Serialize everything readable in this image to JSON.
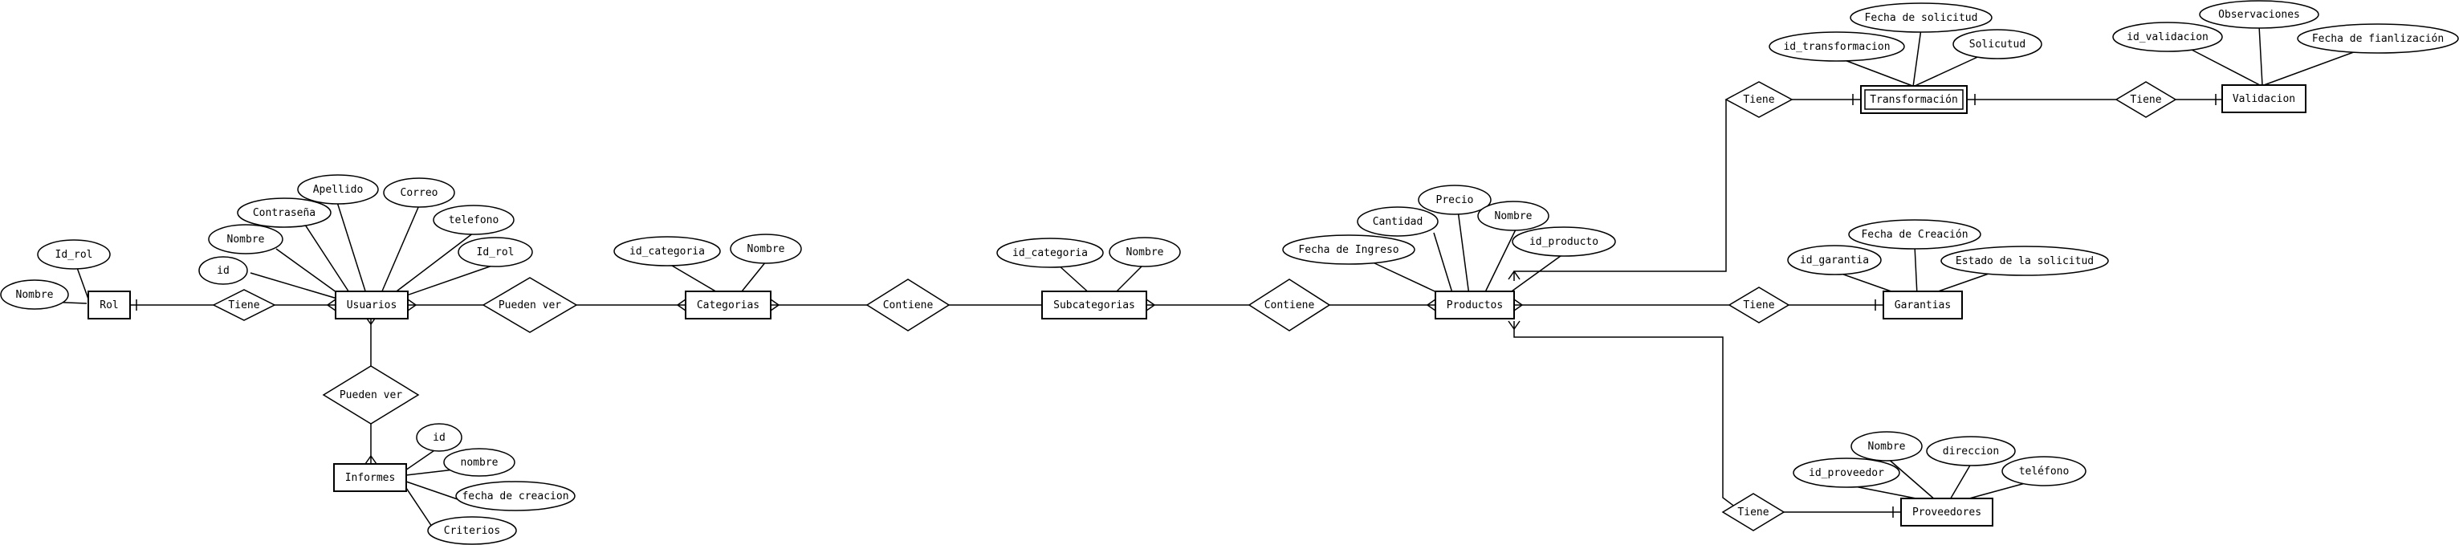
{
  "entities": {
    "rol": "Rol",
    "usuarios": "Usuarios",
    "informes": "Informes",
    "categorias": "Categorias",
    "subcategorias": "Subcategorias",
    "productos": "Productos",
    "garantias": "Garantias",
    "proveedores": "Proveedores",
    "transformacion": "Transformación",
    "validacion": "Validacion"
  },
  "relationships": {
    "rol_usuarios": "Tiene",
    "usuarios_informes": "Pueden ver",
    "usuarios_categorias": "Pueden ver",
    "categorias_subcategorias": "Contiene",
    "subcategorias_productos": "Contiene",
    "productos_transformacion": "Tiene",
    "productos_garantias": "Tiene",
    "productos_proveedores": "Tiene",
    "transformacion_validacion": "Tiene"
  },
  "attributes": {
    "rol": [
      "Nombre",
      "Id_rol"
    ],
    "usuarios": [
      "id",
      "Nombre",
      "Contraseña",
      "Apellido",
      "Correo",
      "telefono",
      "Id_rol"
    ],
    "informes": [
      "id",
      "nombre",
      "fecha de creacion",
      "Criterios"
    ],
    "categorias": [
      "id_categoria",
      "Nombre"
    ],
    "subcategorias": [
      "id_categoria",
      "Nombre"
    ],
    "productos": [
      "Fecha de Ingreso",
      "Cantidad",
      "Precio",
      "Nombre",
      "id_producto"
    ],
    "garantias": [
      "id_garantia",
      "Fecha de Creación",
      "Estado de la solicitud"
    ],
    "proveedores": [
      "id_proveedor",
      "Nombre",
      "direccion",
      "teléfono"
    ],
    "transformacion": [
      "id_transformacion",
      "Fecha de solicitud",
      "Solicutud"
    ],
    "validacion": [
      "id_validacion",
      "Observaciones",
      "Fecha de fianlización"
    ]
  }
}
